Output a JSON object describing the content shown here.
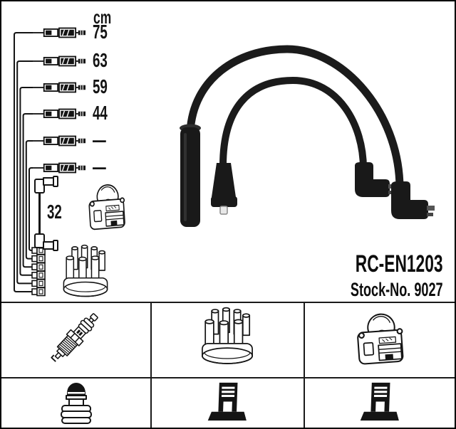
{
  "product": {
    "code": "RC-EN1203",
    "stock_no": "Stock-No. 9027"
  },
  "diagram": {
    "unit_label": "cm",
    "cable_lengths": [
      "75",
      "63",
      "59",
      "44",
      "—",
      "—"
    ],
    "coil_lead_length": "32"
  },
  "legend": {
    "top_row_icons": [
      "spark-plug-icon",
      "distributor-cap-icon",
      "ignition-coil-icon"
    ],
    "bottom_row_icons": [
      "plug-terminal-nut-icon",
      "stud-terminal-icon",
      "stud-terminal-icon"
    ]
  },
  "colors": {
    "ink": "#141414",
    "photo_cable": "#1b1b1b",
    "background": "#ffffff",
    "border": "#000000"
  }
}
